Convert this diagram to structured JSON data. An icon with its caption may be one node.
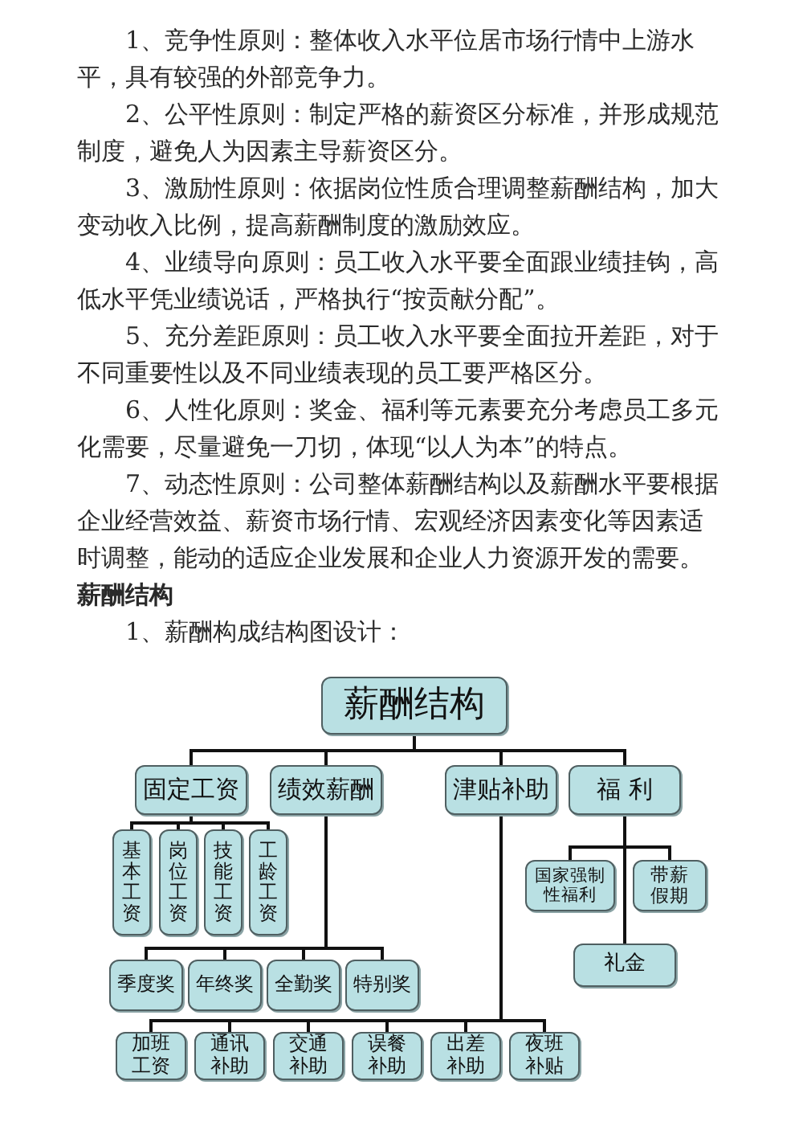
{
  "diagram": {
    "nodes": [
      {
        "text": [
          "薪酬结构"
        ]
      },
      {
        "text": [
          "固定工资"
        ]
      },
      {
        "text": [
          "绩效薪酬"
        ]
      },
      {
        "text": [
          "津贴补助"
        ]
      },
      {
        "text": [
          "福 利"
        ]
      },
      {
        "text": [
          "基本工资"
        ]
      },
      {
        "text": [
          "岗位工资"
        ]
      },
      {
        "text": [
          "技能工资"
        ]
      },
      {
        "text": [
          "工龄工资"
        ]
      },
      {
        "text": [
          "季度奖"
        ]
      },
      {
        "text": [
          "年终奖"
        ]
      },
      {
        "text": [
          "全勤奖"
        ]
      },
      {
        "text": [
          "特别奖"
        ]
      },
      {
        "text": [
          "加班工资"
        ]
      },
      {
        "text": [
          "通讯补助"
        ]
      },
      {
        "text": [
          "交通补助"
        ]
      },
      {
        "text": [
          "误餐补助"
        ]
      },
      {
        "text": [
          "出差补助"
        ]
      },
      {
        "text": [
          "夜班补贴"
        ]
      },
      {
        "text": [
          "国家强制性福利"
        ]
      },
      {
        "text": [
          "带薪假期"
        ]
      },
      {
        "text": [
          "礼金"
        ]
      }
    ],
    "edges": [
      {
        "from": 0,
        "to": 1,
        "arrow": "none"
      },
      {
        "from": 0,
        "to": 2,
        "arrow": "none"
      },
      {
        "from": 0,
        "to": 3,
        "arrow": "none"
      },
      {
        "from": 0,
        "to": 4,
        "arrow": "none"
      },
      {
        "from": 1,
        "to": 5,
        "arrow": "none"
      },
      {
        "from": 1,
        "to": 6,
        "arrow": "none"
      },
      {
        "from": 1,
        "to": 7,
        "arrow": "none"
      },
      {
        "from": 1,
        "to": 8,
        "arrow": "none"
      },
      {
        "from": 2,
        "to": 9,
        "arrow": "none"
      },
      {
        "from": 2,
        "to": 10,
        "arrow": "none"
      },
      {
        "from": 2,
        "to": 11,
        "arrow": "none"
      },
      {
        "from": 2,
        "to": 12,
        "arrow": "none"
      },
      {
        "from": 3,
        "to": 13,
        "arrow": "none"
      },
      {
        "from": 3,
        "to": 14,
        "arrow": "none"
      },
      {
        "from": 3,
        "to": 15,
        "arrow": "none"
      },
      {
        "from": 3,
        "to": 16,
        "arrow": "none"
      },
      {
        "from": 3,
        "to": 17,
        "arrow": "none"
      },
      {
        "from": 3,
        "to": 18,
        "arrow": "none"
      },
      {
        "from": 4,
        "to": 19,
        "arrow": "none"
      },
      {
        "from": 4,
        "to": 20,
        "arrow": "none"
      },
      {
        "from": 4,
        "to": 21,
        "arrow": "none"
      }
    ],
    "labels": [
      "1、竞争性原则：整体收入水平位居市场行情中上游水平，具有较强的外部竞争力。",
      "2、公平性原则：制定严格的薪资区分标准，并形成规范制度，避免人为因素主导薪资区分。",
      "3、激励性原则：依据岗位性质合理调整薪酬结构，加大变动收入比例，提高薪酬制度的激励效应。",
      "4、业绩导向原则：员工收入水平要全面跟业绩挂钩，高低水平凭业绩说话，严格执行“按贡献分配”。",
      "5、充分差距原则：员工收入水平要全面拉开差距，对于不同重要性以及不同业绩表现的员工要严格区分。",
      "6、人性化原则：奖金、福利等元素要充分考虑员工多元化需要，尽量避免一刀切，体现“以人为本”的特点。",
      "7、动态性原则：公司整体薪酬结构以及薪酬水平要根据企业经营效益、薪资市场行情、宏观经济因素变化等因素适时调整，能动的适应企业发展和企业人力资源开发的需要。",
      "薪酬结构",
      "1、薪酬构成结构图设计："
    ]
  }
}
